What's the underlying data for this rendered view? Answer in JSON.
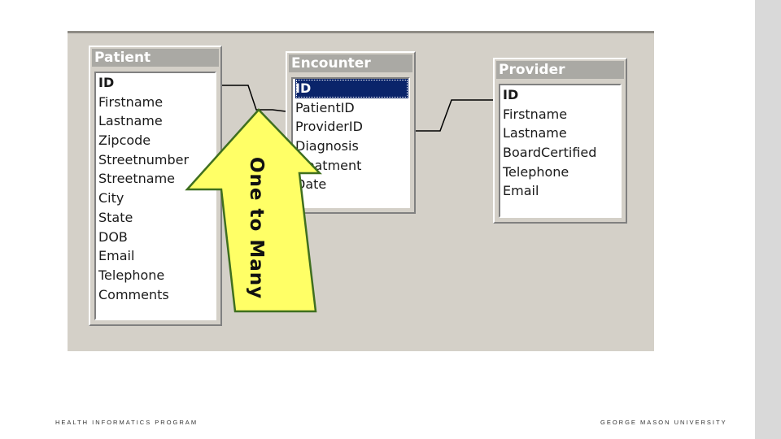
{
  "tables": {
    "patient": {
      "title": "Patient",
      "fields": [
        "ID",
        "Firstname",
        "Lastname",
        "Zipcode",
        "Streetnumber",
        "Streetname",
        "City",
        "State",
        "DOB",
        "Email",
        "Telephone",
        "Comments"
      ]
    },
    "encounter": {
      "title": "Encounter",
      "fields": [
        "ID",
        "PatientID",
        "ProviderID",
        "Diagnosis",
        "Treatment",
        "Date"
      ],
      "selected_field": "ID"
    },
    "provider": {
      "title": "Provider",
      "fields": [
        "ID",
        "Firstname",
        "Lastname",
        "BoardCertified",
        "Telephone",
        "Email"
      ]
    }
  },
  "annotation": {
    "label": "One to Many",
    "fill_color": "#ffff66",
    "stroke_color": "#3f6f1f"
  },
  "footer": {
    "left": "HEALTH INFORMATICS PROGRAM",
    "right": "GEORGE MASON UNIVERSITY"
  }
}
